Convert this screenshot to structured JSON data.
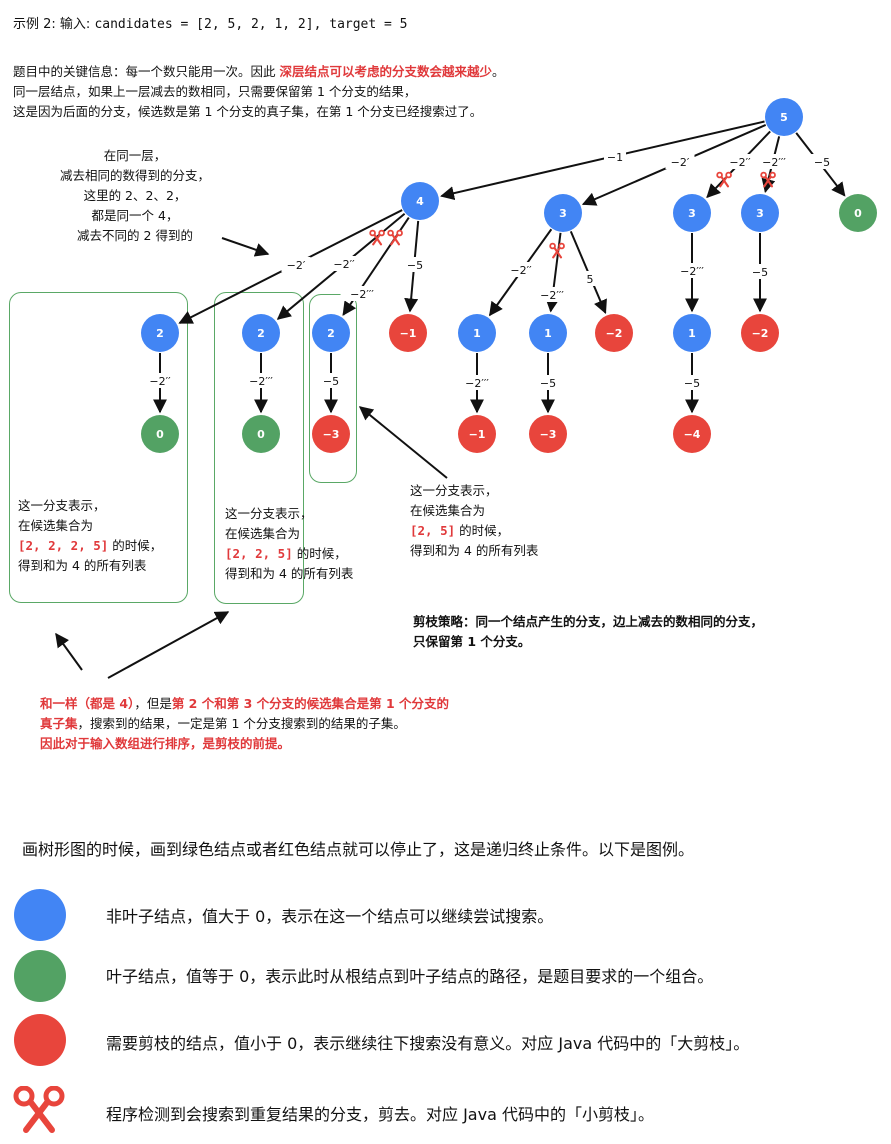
{
  "example": {
    "prefix": "示例 2: 输入: ",
    "code": "candidates = [2, 5, 2, 1, 2], target = 5"
  },
  "intro": {
    "line1_a": "题目中的关键信息：每一个数只能用一次。因此 ",
    "line1_b": "深层结点可以考虑的分支数会越来越少",
    "line1_c": "。",
    "line2": "同一层结点，如果上一层减去的数相同，只需要保留第 1 个分支的结果，",
    "line3": "这是因为后面的分支，候选数是第 1 个分支的真子集，在第 1 个分支已经搜索过了。"
  },
  "side_note": {
    "lines": [
      "在同一层，",
      "减去相同的数得到的分支，",
      "这里的 2、2、2，",
      "都是同一个  4，",
      "减去不同的  2  得到的"
    ]
  },
  "box_notes": [
    {
      "l1": "这一分支表示，",
      "l2": "在候选集合为",
      "set": "[2, 2, 2, 5]",
      "l3": " 的时候，",
      "l4": "得到和为 4 的所有列表"
    },
    {
      "l1": "这一分支表示，",
      "l2": "在候选集合为",
      "set": "[2, 2, 5]",
      "l3": " 的时候，",
      "l4": "得到和为 4 的所有列表"
    },
    {
      "l1": "这一分支表示，",
      "l2": "在候选集合为",
      "set": "[2, 5]",
      "l3": " 的时候，",
      "l4": "得到和为 4 的所有列表"
    }
  ],
  "strategy": {
    "line1": "剪枝策略：同一个结点产生的分支，边上减去的数相同的分支，",
    "line2": "只保留第 1 个分支。"
  },
  "bottom_note": {
    "a": "和一样（都是 4）",
    "b": "，但是",
    "c": "第 2 个和第 3 个分支的候选集合是第 1 个分支的",
    "d": "真子集",
    "e": "，搜索到的结果，一定是第  1  个分支搜索到的结果的子集。",
    "f": "因此对于输入数组进行排序，是剪枝的前提。"
  },
  "legend": {
    "intro": "画树形图的时候，画到绿色结点或者红色结点就可以停止了，这是递归终止条件。以下是图例。",
    "items": [
      {
        "icon": "blue-circle",
        "color": "#4285f4",
        "text": "非叶子结点，值大于 0，表示在这一个结点可以继续尝试搜索。"
      },
      {
        "icon": "green-circle",
        "color": "#53a264",
        "text": "叶子结点，值等于 0，表示此时从根结点到叶子结点的路径，是题目要求的一个组合。"
      },
      {
        "icon": "red-circle",
        "color": "#e8453c",
        "text": "需要剪枝的结点，值小于 0，表示继续往下搜索没有意义。对应 Java 代码中的「大剪枝」。"
      },
      {
        "icon": "scissors-icon",
        "color": "#e8453c",
        "text": "程序检测到会搜索到重复结果的分支，剪去。对应 Java 代码中的「小剪枝」。"
      }
    ]
  },
  "colors": {
    "blue": "#4285f4",
    "green": "#53a264",
    "red": "#e8453c",
    "frame": "#5aa866"
  },
  "tree": {
    "nodes": [
      {
        "id": "root",
        "label": "5",
        "color": "blue"
      },
      {
        "id": "n4",
        "label": "4",
        "color": "blue"
      },
      {
        "id": "n3a",
        "label": "3",
        "color": "blue"
      },
      {
        "id": "n3b",
        "label": "3",
        "color": "blue"
      },
      {
        "id": "n3c",
        "label": "3",
        "color": "blue"
      },
      {
        "id": "n0r",
        "label": "0",
        "color": "green"
      },
      {
        "id": "n2a",
        "label": "2",
        "color": "blue"
      },
      {
        "id": "n2b",
        "label": "2",
        "color": "blue"
      },
      {
        "id": "n2c",
        "label": "2",
        "color": "blue"
      },
      {
        "id": "nm1a",
        "label": "−1",
        "color": "red"
      },
      {
        "id": "n1a",
        "label": "1",
        "color": "blue"
      },
      {
        "id": "n1b",
        "label": "1",
        "color": "blue"
      },
      {
        "id": "nm2a",
        "label": "−2",
        "color": "red"
      },
      {
        "id": "n1c",
        "label": "1",
        "color": "blue"
      },
      {
        "id": "nm2b",
        "label": "−2",
        "color": "red"
      },
      {
        "id": "n0a",
        "label": "0",
        "color": "green"
      },
      {
        "id": "n0b",
        "label": "0",
        "color": "green"
      },
      {
        "id": "nm3a",
        "label": "−3",
        "color": "red"
      },
      {
        "id": "nm1b",
        "label": "−1",
        "color": "red"
      },
      {
        "id": "nm3b",
        "label": "−3",
        "color": "red"
      },
      {
        "id": "nm4",
        "label": "−4",
        "color": "red"
      }
    ],
    "edges": [
      {
        "from": "root",
        "to": "n4",
        "label": "−1"
      },
      {
        "from": "root",
        "to": "n3a",
        "label": "−2′"
      },
      {
        "from": "root",
        "to": "n3b",
        "label": "−2′′"
      },
      {
        "from": "root",
        "to": "n3c",
        "label": "−2′′′"
      },
      {
        "from": "root",
        "to": "n0r",
        "label": "−5"
      },
      {
        "from": "n4",
        "to": "n2a",
        "label": "−2′"
      },
      {
        "from": "n4",
        "to": "n2b",
        "label": "−2′′"
      },
      {
        "from": "n4",
        "to": "n2c",
        "label": "−2′′′"
      },
      {
        "from": "n4",
        "to": "nm1a",
        "label": "−5"
      },
      {
        "from": "n3a",
        "to": "n1a",
        "label": "−2′′"
      },
      {
        "from": "n3a",
        "to": "n1b",
        "label": "−2′′′"
      },
      {
        "from": "n3a",
        "to": "nm2a",
        "label": "5"
      },
      {
        "from": "n3b",
        "to": "n1c",
        "label": "−2′′′"
      },
      {
        "from": "n3c",
        "to": "nm2b",
        "label": "−5"
      },
      {
        "from": "n2a",
        "to": "n0a",
        "label": "−2′′"
      },
      {
        "from": "n2b",
        "to": "n0b",
        "label": "−2′′′"
      },
      {
        "from": "n2c",
        "to": "nm3a",
        "label": "−5"
      },
      {
        "from": "n1a",
        "to": "nm1b",
        "label": "−2′′′"
      },
      {
        "from": "n1b",
        "to": "nm3b",
        "label": "−5"
      },
      {
        "from": "n1c",
        "to": "nm4",
        "label": "−5"
      }
    ]
  }
}
